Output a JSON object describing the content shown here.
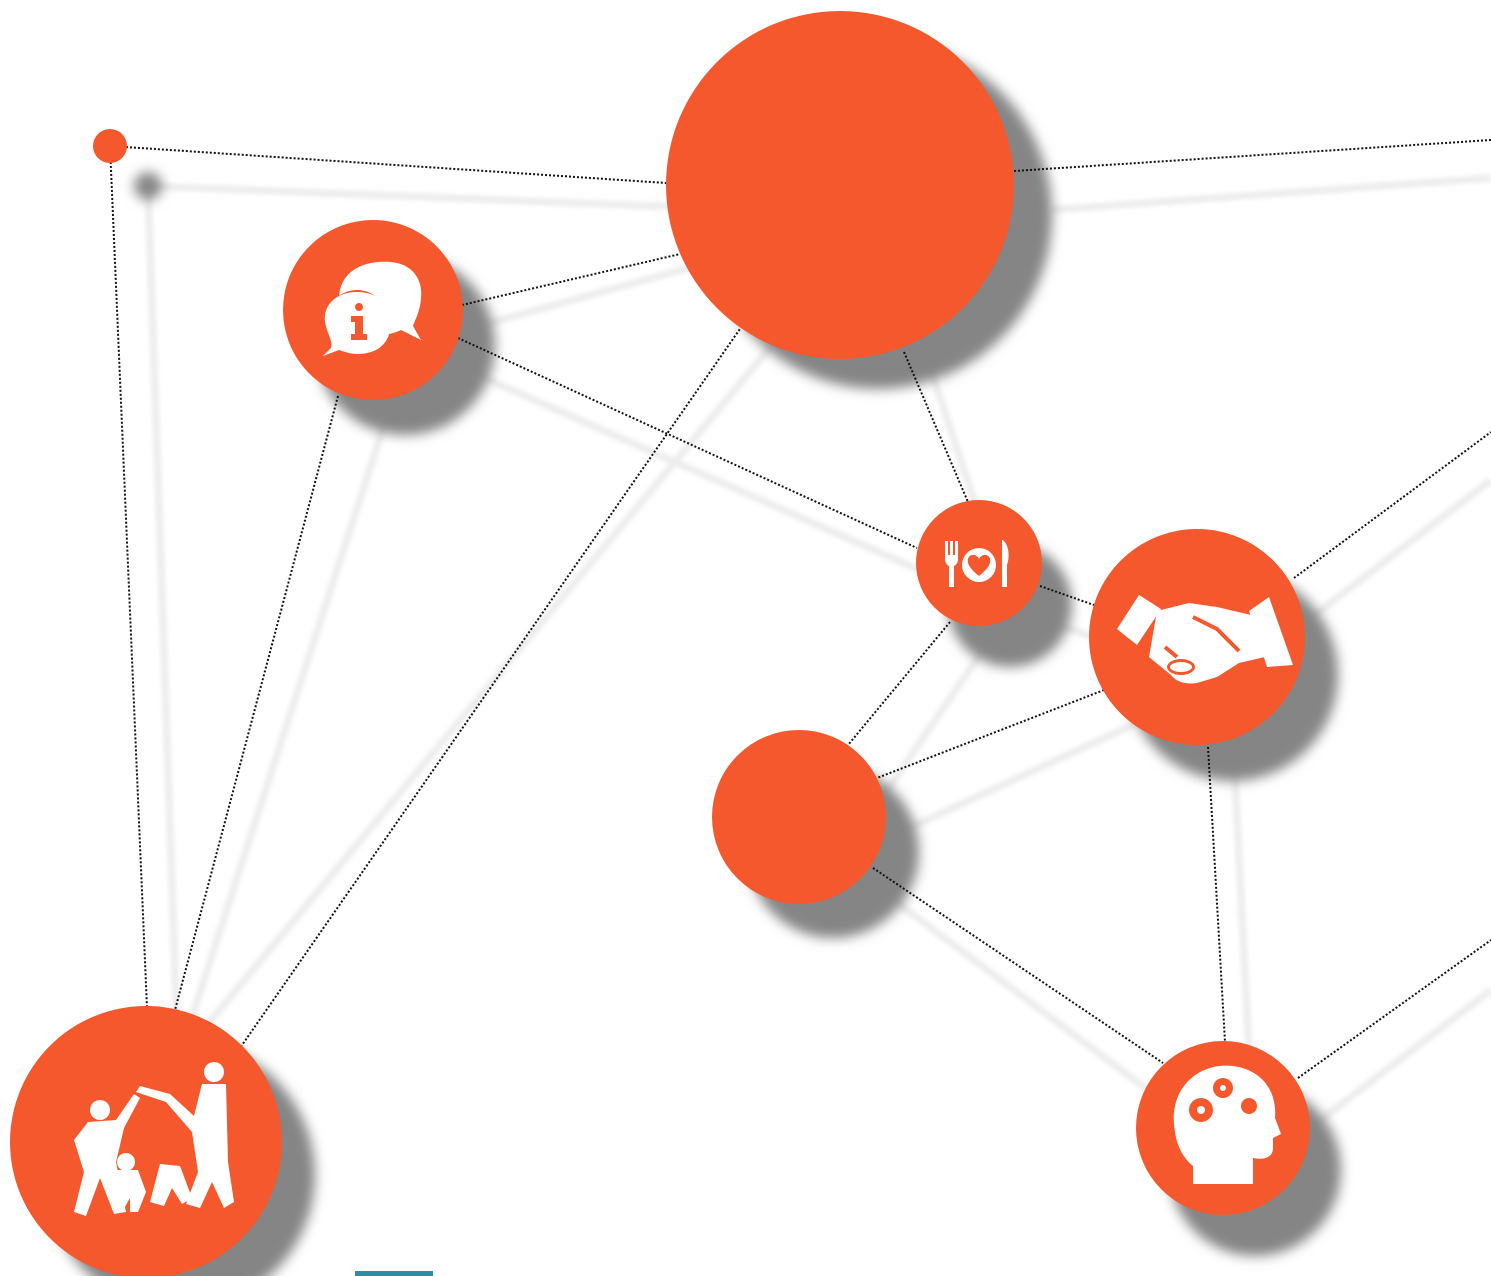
{
  "colors": {
    "node_fill": "#f4582c",
    "icon_fill": "#ffffff",
    "shadow": "#858585",
    "connector": "#111111",
    "shadow_line": "#ececec",
    "teal_bar": "#2b8ea3"
  },
  "nodes": [
    {
      "id": "endpoint-top-left",
      "icon": "none"
    },
    {
      "id": "hub-large",
      "icon": "none"
    },
    {
      "id": "info-chat",
      "icon": "info-chat-bubbles-icon"
    },
    {
      "id": "dining",
      "icon": "fork-heart-knife-icon"
    },
    {
      "id": "handshake",
      "icon": "handshake-icon"
    },
    {
      "id": "plain-medium",
      "icon": "none"
    },
    {
      "id": "family",
      "icon": "family-play-icon"
    },
    {
      "id": "mind",
      "icon": "head-gears-icon"
    }
  ],
  "edges": [
    [
      "endpoint-top-left",
      "hub-large"
    ],
    [
      "endpoint-top-left",
      "family"
    ],
    [
      "hub-large",
      "offscreen-right-top"
    ],
    [
      "hub-large",
      "info-chat"
    ],
    [
      "hub-large",
      "dining"
    ],
    [
      "hub-large",
      "family"
    ],
    [
      "info-chat",
      "dining"
    ],
    [
      "info-chat",
      "family"
    ],
    [
      "dining",
      "handshake"
    ],
    [
      "dining",
      "plain-medium"
    ],
    [
      "handshake",
      "plain-medium"
    ],
    [
      "handshake",
      "mind"
    ],
    [
      "handshake",
      "offscreen-right-middle"
    ],
    [
      "plain-medium",
      "mind"
    ],
    [
      "mind",
      "offscreen-right-bottom"
    ]
  ]
}
